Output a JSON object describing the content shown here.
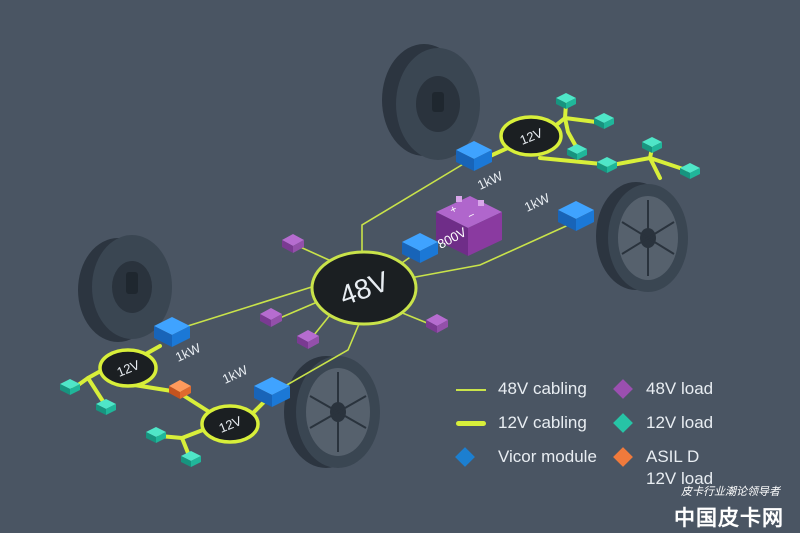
{
  "diagram": {
    "hub_label": "48V",
    "battery_label": "800V",
    "battery_plus": "+",
    "battery_minus": "−",
    "converter_label": "12V",
    "module_power_label": "1kW"
  },
  "legend": {
    "cabling_48v": "48V cabling",
    "cabling_12v": "12V cabling",
    "vicor_module": "Vicor module",
    "load_48v": "48V load",
    "load_12v": "12V load",
    "asil_d_line1": "ASIL D",
    "asil_d_line2": "12V load"
  },
  "colors": {
    "background": "#4a5563",
    "cable_48v": "#c9e34a",
    "cable_12v": "#d8ef3a",
    "vicor_module": "#1c7fd0",
    "load_48v": "#9b4fb0",
    "load_12v": "#27c4a6",
    "asil_d": "#f07a3c",
    "battery": "#8a3aa0",
    "hub": "#1b1f22",
    "tire": "#35404c"
  },
  "watermark": {
    "tagline": "皮卡行业潮论领导者",
    "brand": "中国皮卡网"
  }
}
